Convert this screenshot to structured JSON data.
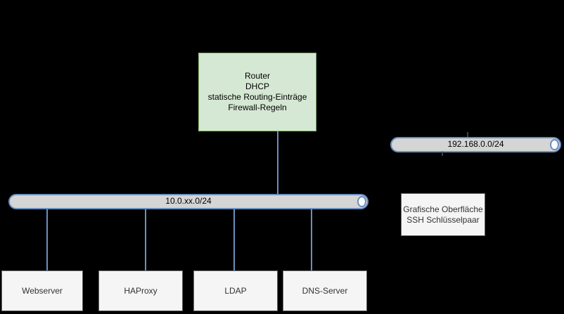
{
  "diagram": {
    "router_node": {
      "lines": [
        "Router",
        "DHCP",
        "statische Routing-Einträge",
        "Firewall-Regeln"
      ]
    },
    "bus_lan": {
      "label": "10.0.xx.0/24"
    },
    "bus_wan": {
      "label": "192.168.0.0/24"
    },
    "info_node": {
      "lines": [
        "Grafische Oberfläche",
        "SSH Schlüsselpaar"
      ]
    },
    "servers": [
      {
        "label": "Webserver"
      },
      {
        "label": "HAProxy"
      },
      {
        "label": "LDAP"
      },
      {
        "label": "DNS-Server"
      }
    ]
  },
  "colors": {
    "background": "#000000",
    "router_fill": "#d5e8d4",
    "router_border": "#82b366",
    "bus_fill": "#d5d5d5",
    "bus_border": "#6c8ebf",
    "connector": "#6c8ebf",
    "node_fill": "#f5f5f5",
    "node_border": "#666666",
    "text": "#333333"
  }
}
